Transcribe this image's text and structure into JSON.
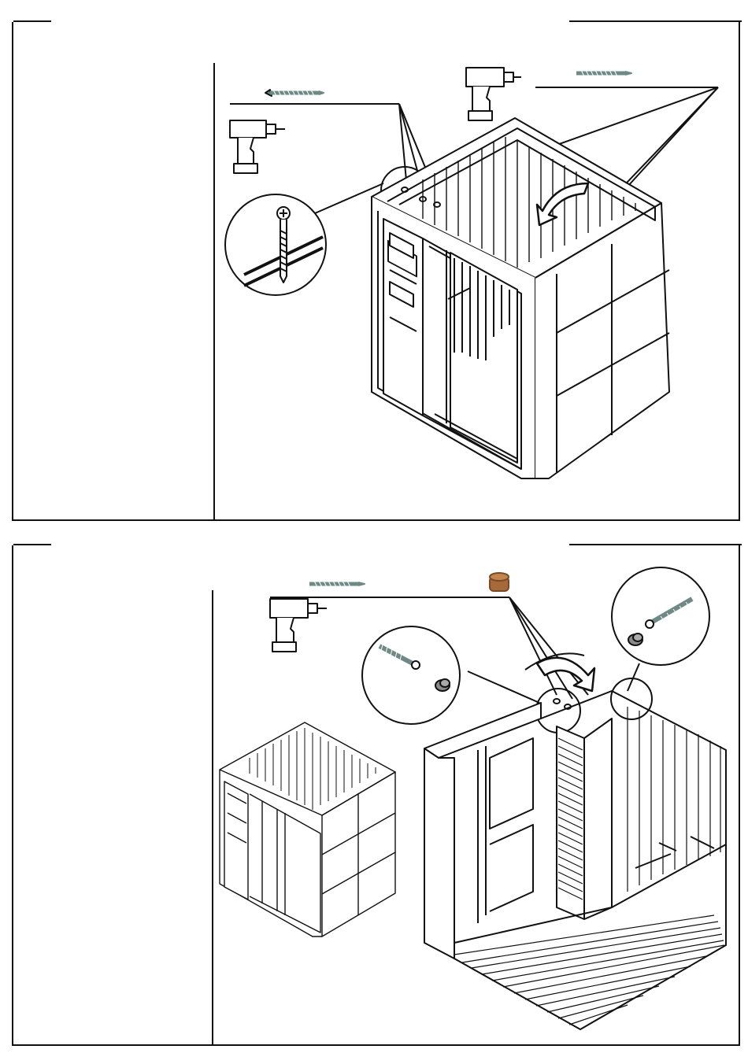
{
  "document": {
    "type": "assembly-instructions",
    "steps": [
      {
        "id": "step-top",
        "text_column": "",
        "tools": [
          "screw-icon",
          "drill-icon"
        ],
        "callouts": [
          "screw-detail-icon"
        ]
      },
      {
        "id": "step-bottom",
        "text_column": "",
        "tools": [
          "screw-icon",
          "drill-icon",
          "wood-plug-icon"
        ],
        "callouts": [
          "screw-and-plug-detail-left",
          "screw-and-plug-detail-right"
        ]
      }
    ]
  },
  "colors": {
    "line": "#111111",
    "screw": "#6f8a86",
    "plug": "#a8693a",
    "plug_gray": "#8a8a8a",
    "paper": "#ffffff"
  }
}
